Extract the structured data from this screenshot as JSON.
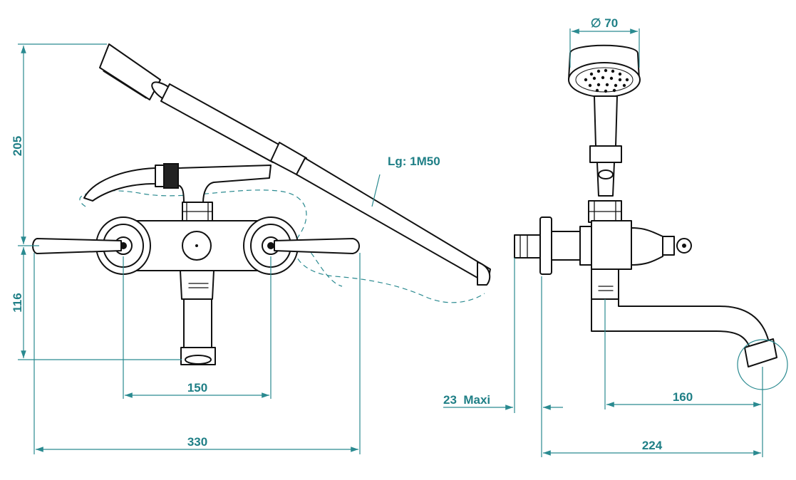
{
  "drawing": {
    "front_view": {
      "dim_height_top": "205",
      "dim_height_bottom": "116",
      "dim_centers": "150",
      "dim_width": "330",
      "hose_length": "Lg: 1M50"
    },
    "side_view": {
      "dim_diameter": "∅ 70",
      "dim_projection": "23  Maxi",
      "dim_spout": "160",
      "dim_total": "224"
    },
    "colors": {
      "dimension": "#2a8a90",
      "line": "#111111"
    }
  }
}
